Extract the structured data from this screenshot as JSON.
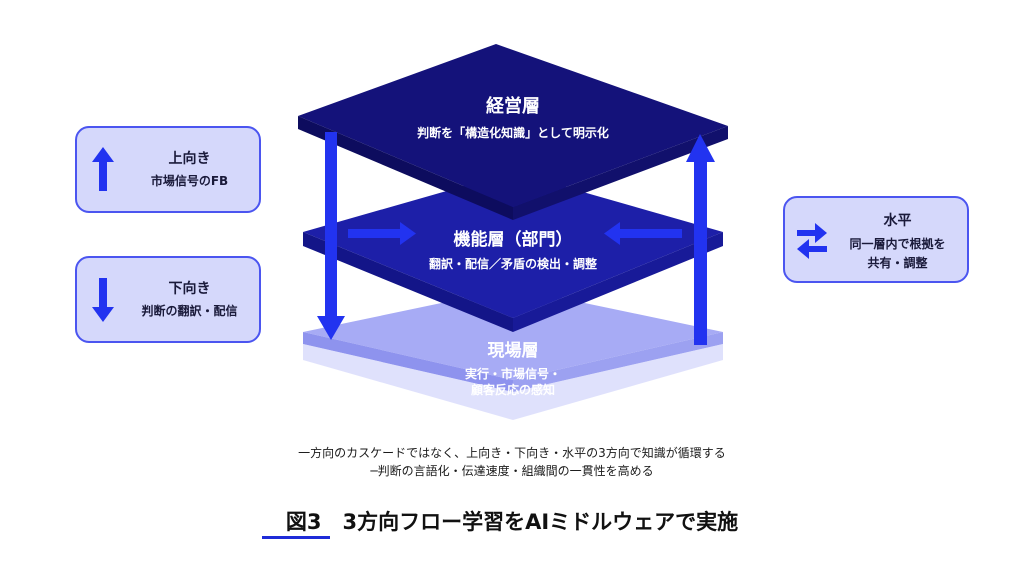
{
  "layers": {
    "top": {
      "title": "経営層",
      "sub": "判断を「構造化知識」として明示化"
    },
    "middle": {
      "title": "機能層（部門）",
      "sub": "翻訳・配信／矛盾の検出・調整"
    },
    "bottom": {
      "title": "現場層",
      "sub_line1": "実行・市場信号・",
      "sub_line2": "顧客反応の感知"
    }
  },
  "cards": {
    "up": {
      "title": "上向き",
      "desc": "市場信号のFB",
      "icon": "arrow-up-icon"
    },
    "down": {
      "title": "下向き",
      "desc": "判断の翻訳・配信",
      "icon": "arrow-down-icon"
    },
    "horizontal": {
      "title": "水平",
      "desc_line1": "同一層内で根拠を",
      "desc_line2": "共有・調整",
      "icon": "bidirectional-arrows-icon"
    }
  },
  "caption": {
    "line1": "一方向のカスケードではなく、上向き・下向き・水平の3方向で知識が循環する",
    "line2": "─判断の言語化・伝達速度・組織間の一貫性を高める"
  },
  "figure_title": "図3　3方向フロー学習をAIミドルウェアで実施",
  "colors": {
    "top_layer": "#14127a",
    "middle_layer": "#1d1fa8",
    "bottom_layer": "#a7abf5",
    "arrow": "#2233f0",
    "card_bg": "#d5d8fb",
    "card_border": "#4b55f0"
  }
}
